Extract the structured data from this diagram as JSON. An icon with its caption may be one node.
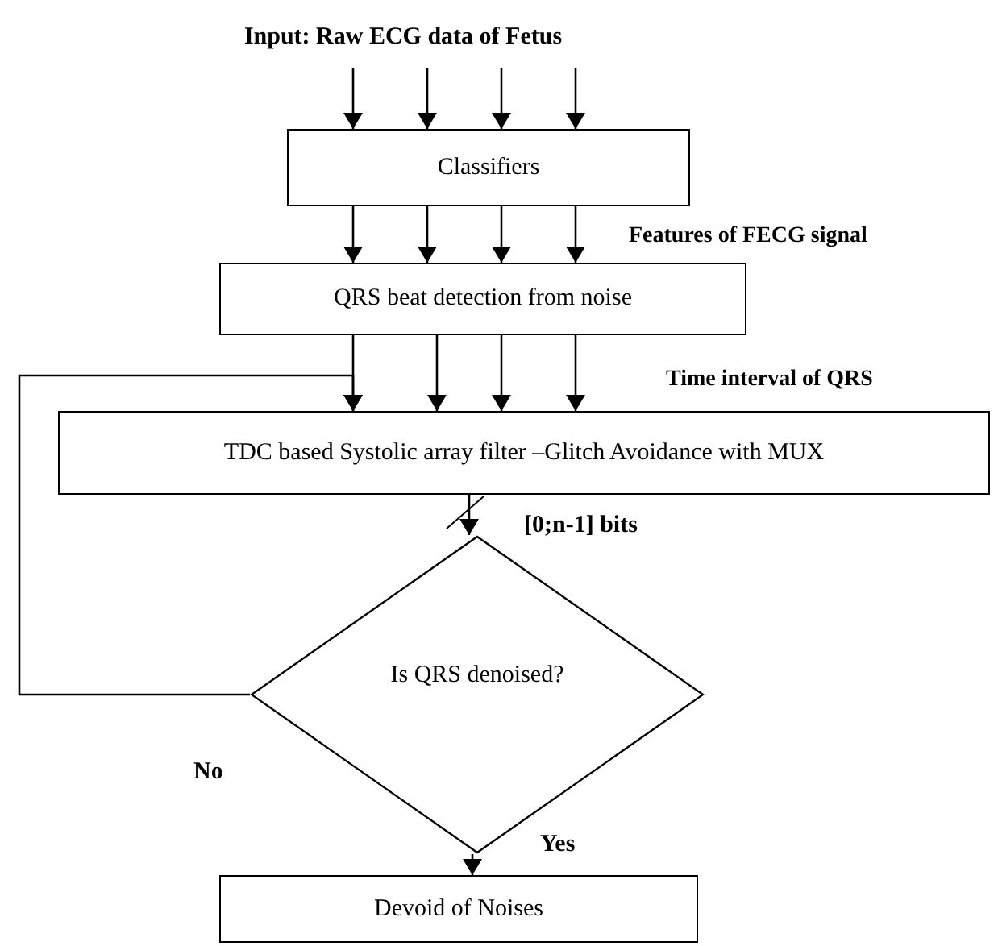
{
  "diagram": {
    "nodes": [
      {
        "text": [
          "Input: Raw ECG data of Fetus"
        ]
      },
      {
        "text": [
          "Classifiers"
        ]
      },
      {
        "text": [
          "QRS beat detection from noise"
        ]
      },
      {
        "text": [
          "TDC based Systolic array filter –Glitch Avoidance with MUX"
        ]
      },
      {
        "text": [
          "Is QRS denoised?"
        ]
      },
      {
        "text": [
          "Devoid of Noises"
        ]
      }
    ],
    "edges": [
      {
        "from": 0,
        "to": 1,
        "arrow": "to"
      },
      {
        "from": 0,
        "to": 1,
        "arrow": "to"
      },
      {
        "from": 0,
        "to": 1,
        "arrow": "to"
      },
      {
        "from": 0,
        "to": 1,
        "arrow": "to"
      },
      {
        "from": 1,
        "to": 2,
        "arrow": "to"
      },
      {
        "from": 1,
        "to": 2,
        "arrow": "to"
      },
      {
        "from": 1,
        "to": 2,
        "arrow": "to"
      },
      {
        "from": 1,
        "to": 2,
        "arrow": "to"
      },
      {
        "from": 2,
        "to": 3,
        "arrow": "to"
      },
      {
        "from": 2,
        "to": 3,
        "arrow": "to"
      },
      {
        "from": 2,
        "to": 3,
        "arrow": "to"
      },
      {
        "from": 2,
        "to": 3,
        "arrow": "to"
      },
      {
        "from": 4,
        "to": 3,
        "arrow": "to",
        "label": "No"
      },
      {
        "from": 3,
        "to": 4,
        "arrow": "to",
        "label": "[0;n-1] bits"
      },
      {
        "from": 4,
        "to": 5,
        "arrow": "to",
        "label": "Yes"
      }
    ],
    "labels": [
      "Features of FECG signal",
      "Time interval of QRS"
    ]
  }
}
